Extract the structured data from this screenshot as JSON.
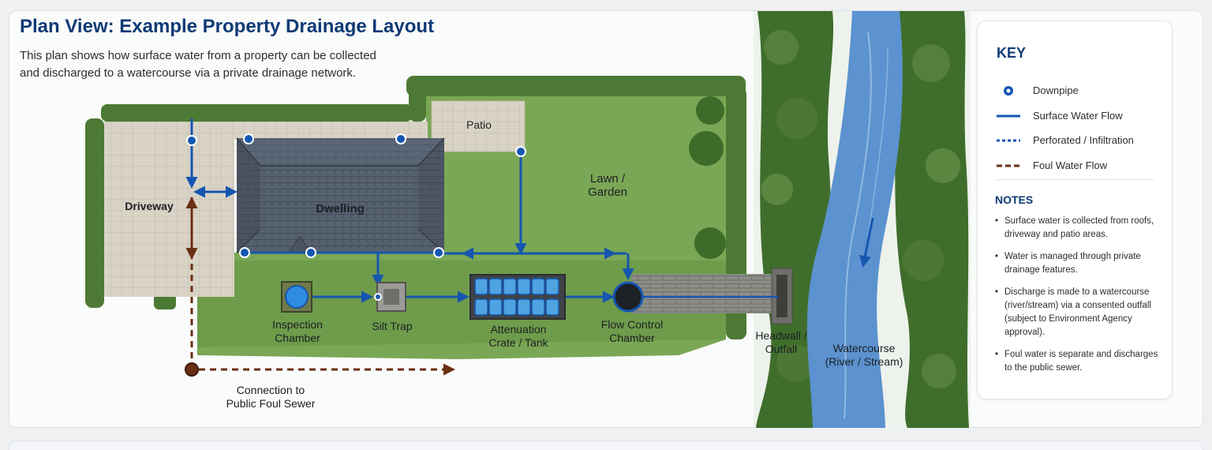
{
  "header": {
    "title": "Plan View: Example Property Drainage Layout",
    "description": "This plan shows how surface water from a property can be collected and discharged to a watercourse via a private drainage network."
  },
  "plan": {
    "labels": {
      "driveway": "Driveway",
      "dwelling": "Dwelling",
      "patio": "Patio",
      "lawn": "Lawn /\nGarden",
      "inspection_chamber": "Inspection\nChamber",
      "silt_trap": "Silt Trap",
      "attenuation": "Attenuation\nCrate / Tank",
      "flow_control": "Flow Control\nChamber",
      "headwall": "Headwall /\nOutfall",
      "watercourse": "Watercourse\n(River / Stream)",
      "foul_connection": "Connection to\nPublic Foul Sewer"
    }
  },
  "key": {
    "title": "KEY",
    "items": [
      {
        "label": "Downpipe",
        "icon": "downpipe-icon"
      },
      {
        "label": "Surface Water Flow",
        "icon": "solid-line-icon"
      },
      {
        "label": "Perforated / Infiltration",
        "icon": "dotted-line-icon"
      },
      {
        "label": "Foul Water Flow",
        "icon": "dashed-brown-line-icon"
      }
    ]
  },
  "notes": {
    "title": "NOTES",
    "items": [
      "Surface water is collected from roofs, driveway and patio areas.",
      "Water is managed through private drainage features.",
      "Discharge is made to a watercourse (river/stream) via a consented outfall (subject to Environment Agency approval).",
      "Foul water is separate and discharges to the public sewer."
    ]
  },
  "colors": {
    "surface_water": "#1556b0",
    "foul_water": "#6b2f12",
    "title": "#0e3a75",
    "river": "#5b92cf",
    "grass": "#7aa755",
    "hedge": "#4c7a34",
    "roof": "#4f5966"
  }
}
